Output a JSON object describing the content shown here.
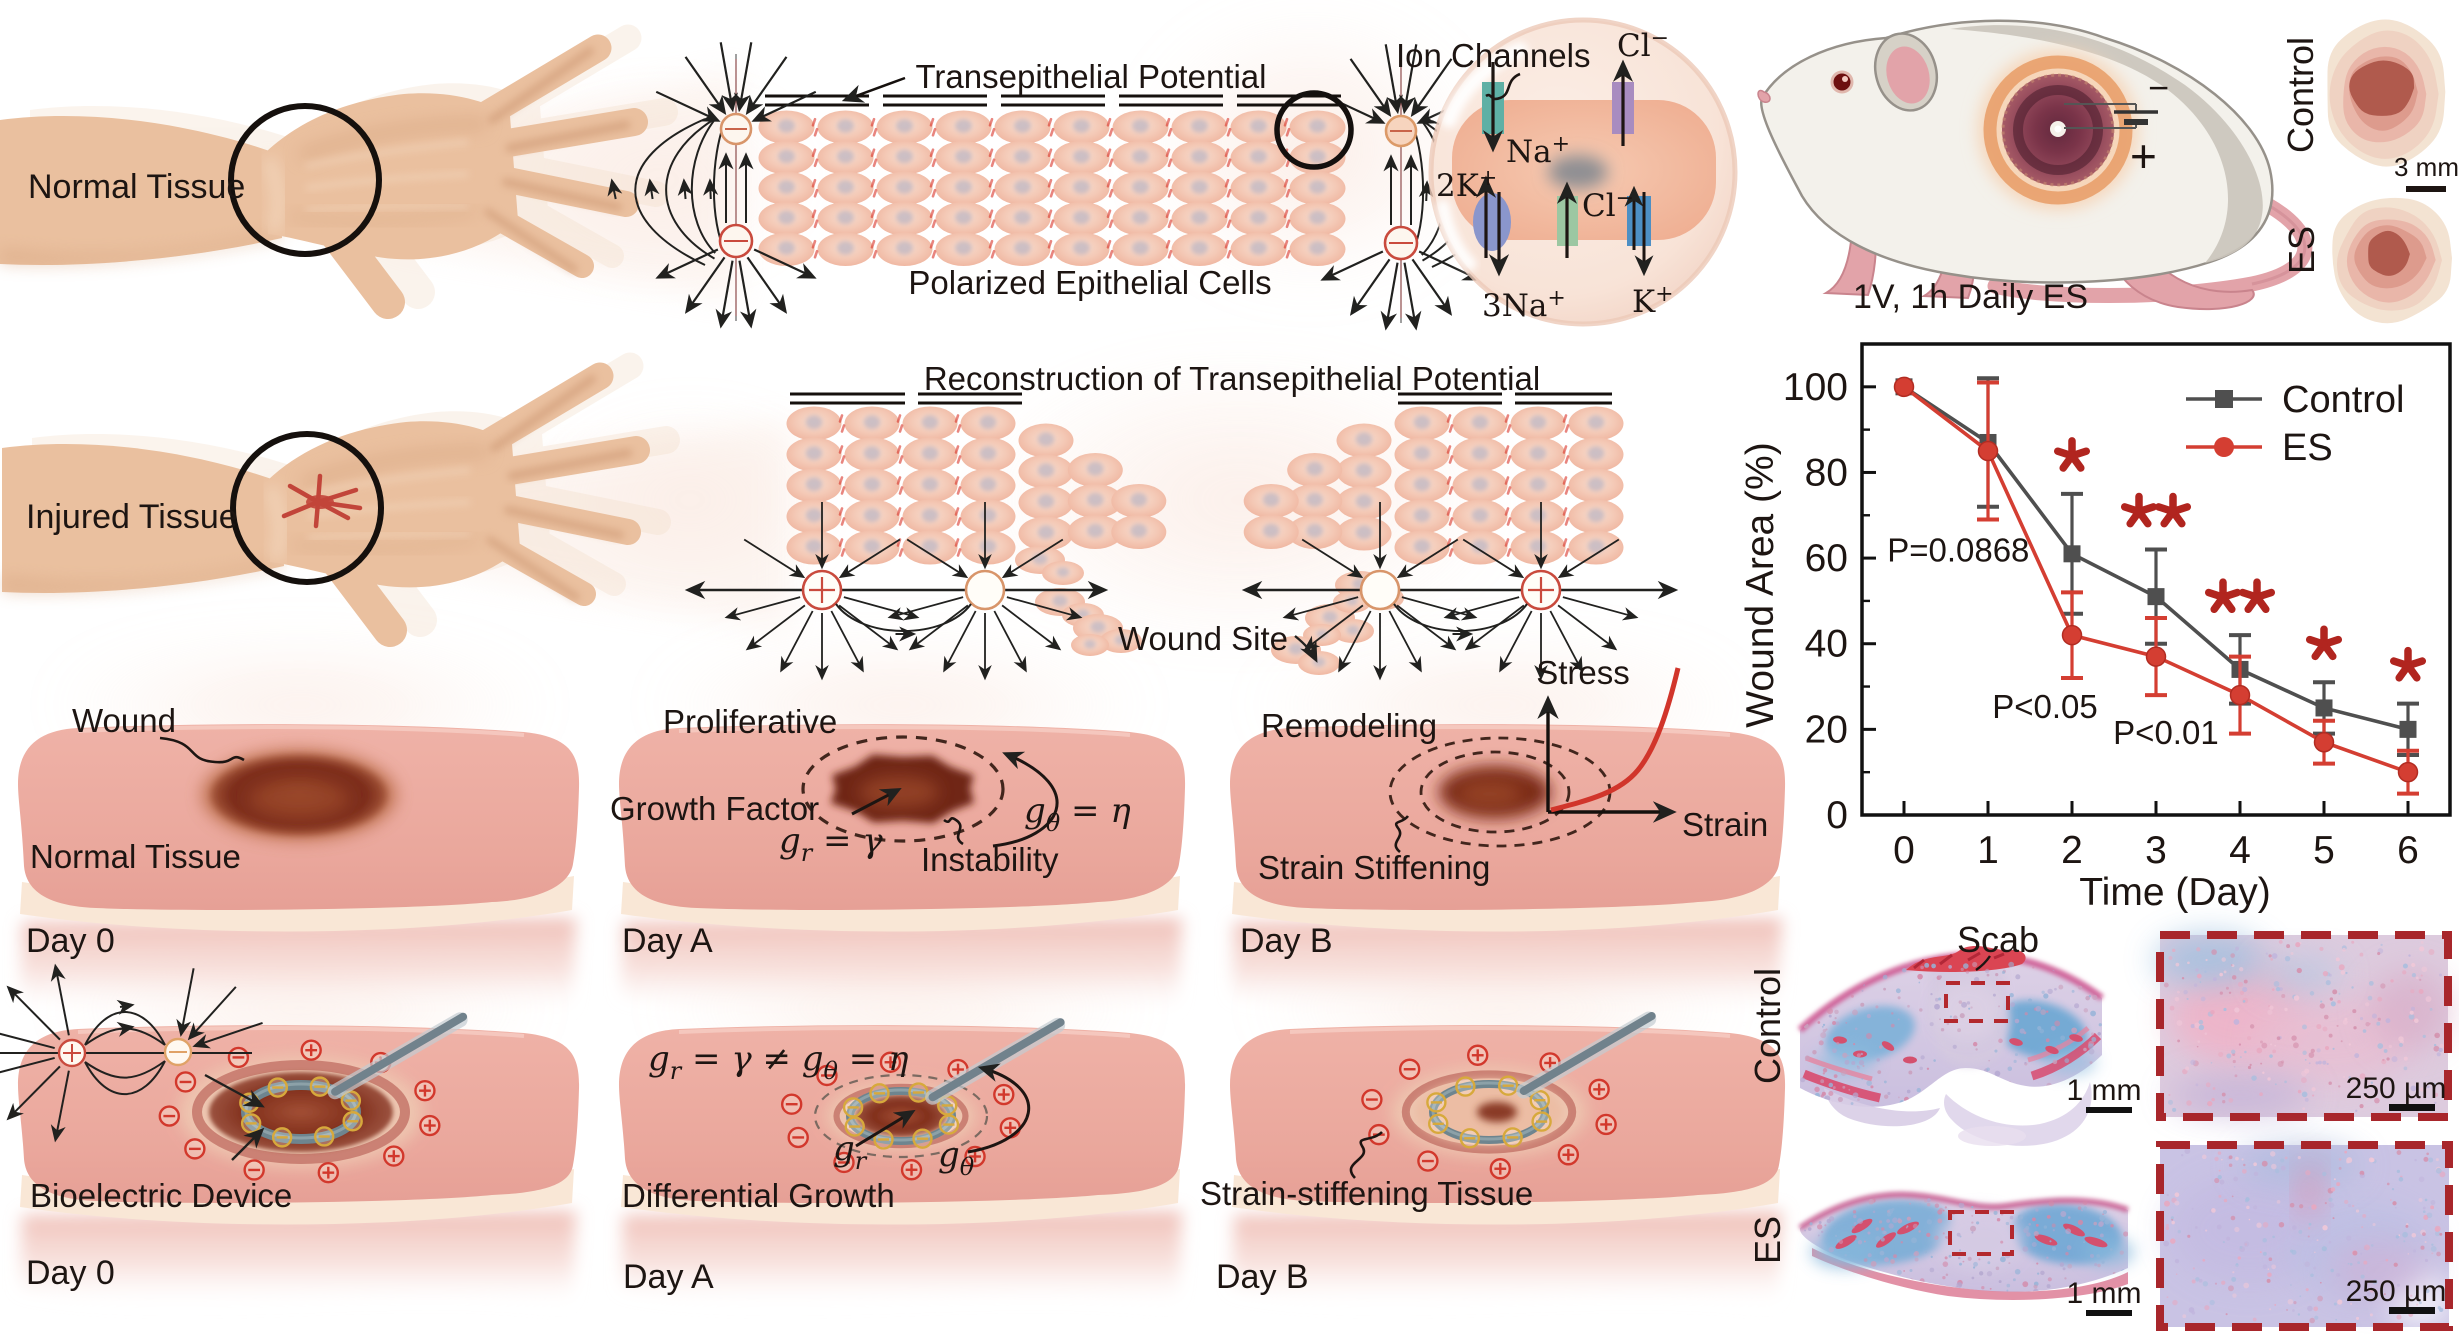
{
  "panels": {
    "hands": {
      "normal_label": "Normal Tissue",
      "injured_label": "Injured Tissue"
    },
    "epithelium": {
      "title": "Transepithelial Potential",
      "caption": "Polarized Epithelial Cells"
    },
    "ion_cell": {
      "title": "Ion Channels",
      "cl_top": {
        "base": "Cl",
        "sup": "−"
      },
      "na_in": {
        "base": "Na",
        "sup": "+"
      },
      "k2": {
        "base": "2K",
        "sup": "+"
      },
      "na3": {
        "base": "3Na",
        "sup": "+"
      },
      "cl_in": {
        "base": "Cl",
        "sup": "−"
      },
      "k_out": {
        "base": "K",
        "sup": "+"
      }
    },
    "mouse": {
      "caption": "1V, 1h Daily ES",
      "battery_minus": "−",
      "battery_plus": "+"
    },
    "wound_photos": {
      "control_label": "Control",
      "es_label": "ES",
      "scale_label": "3 mm"
    },
    "reconstruction": {
      "title": "Reconstruction of Transepithelial Potential",
      "wound_label": "Wound Site"
    },
    "healing_row": {
      "block1": {
        "wound": "Wound",
        "tissue": "Normal Tissue",
        "day": "Day 0"
      },
      "block2": {
        "stage": "Proliferative",
        "growth_factor": "Growth Factor",
        "gr": {
          "g": "g",
          "sub": "r",
          "rest": " = γ"
        },
        "gtheta": {
          "g": "g",
          "sub": "θ",
          "rest": " = η"
        },
        "instability": "Instability",
        "day": "Day A"
      },
      "block3": {
        "stage": "Remodeling",
        "strain_label": "Strain Stiffening",
        "stress_axis": "Stress",
        "strain_axis": "Strain",
        "day": "Day B"
      }
    },
    "device_row": {
      "block1": {
        "label": "Bioelectric Device",
        "day": "Day 0"
      },
      "block2": {
        "equation": {
          "g1": "g",
          "sub1": "r",
          "mid": " = γ ≠ g",
          "sub2": "θ",
          "rest": " = η"
        },
        "gr": {
          "g": "g",
          "sub": "r"
        },
        "gtheta": {
          "g": "g",
          "sub": "θ"
        },
        "label": "Differential Growth",
        "day": "Day A"
      },
      "block3": {
        "label": "Strain-stiffening Tissue",
        "day": "Day B"
      }
    },
    "histology": {
      "scab_label": "Scab",
      "control_label": "Control",
      "es_label": "ES",
      "scale_mm_top": "1 mm",
      "scale_mm_bottom": "1 mm",
      "scale_um_top": "250 µm",
      "scale_um_bottom": "250 µm"
    }
  },
  "chart_data": {
    "type": "line",
    "title": "",
    "xlabel": "Time (Day)",
    "ylabel": "Wound Area (%)",
    "x": [
      0,
      1,
      2,
      3,
      4,
      5,
      6
    ],
    "series": [
      {
        "name": "Control",
        "color": "#4f4f4f",
        "marker": "square",
        "values": [
          100,
          87,
          61,
          51,
          34,
          25,
          20
        ],
        "errors": [
          2,
          15,
          14,
          11,
          8,
          6,
          6
        ]
      },
      {
        "name": "ES",
        "color": "#d43e32",
        "marker": "circle",
        "values": [
          100,
          85,
          42,
          37,
          28,
          17,
          10
        ],
        "errors": [
          2,
          16,
          10,
          9,
          9,
          5,
          5
        ]
      }
    ],
    "xlim": [
      -0.5,
      6.5
    ],
    "ylim": [
      0,
      110
    ],
    "xticks": [
      0,
      1,
      2,
      3,
      4,
      5,
      6
    ],
    "yticks": [
      0,
      20,
      40,
      60,
      80,
      100
    ],
    "grid": false,
    "legend_position": "top-right",
    "annotations": [
      {
        "text": "P=0.0868",
        "day": -0.2,
        "value": 59.2
      },
      {
        "text": "P<0.05",
        "day": 1.05,
        "value": 22.7
      },
      {
        "text": "P<0.01",
        "day": 2.49,
        "value": 16.6
      }
    ],
    "significance": [
      {
        "day": 2,
        "stars": "*"
      },
      {
        "day": 3,
        "stars": "**"
      },
      {
        "day": 4,
        "stars": "**"
      },
      {
        "day": 5,
        "stars": "*"
      },
      {
        "day": 6,
        "stars": "*"
      }
    ],
    "star_color": "#b1251f"
  }
}
